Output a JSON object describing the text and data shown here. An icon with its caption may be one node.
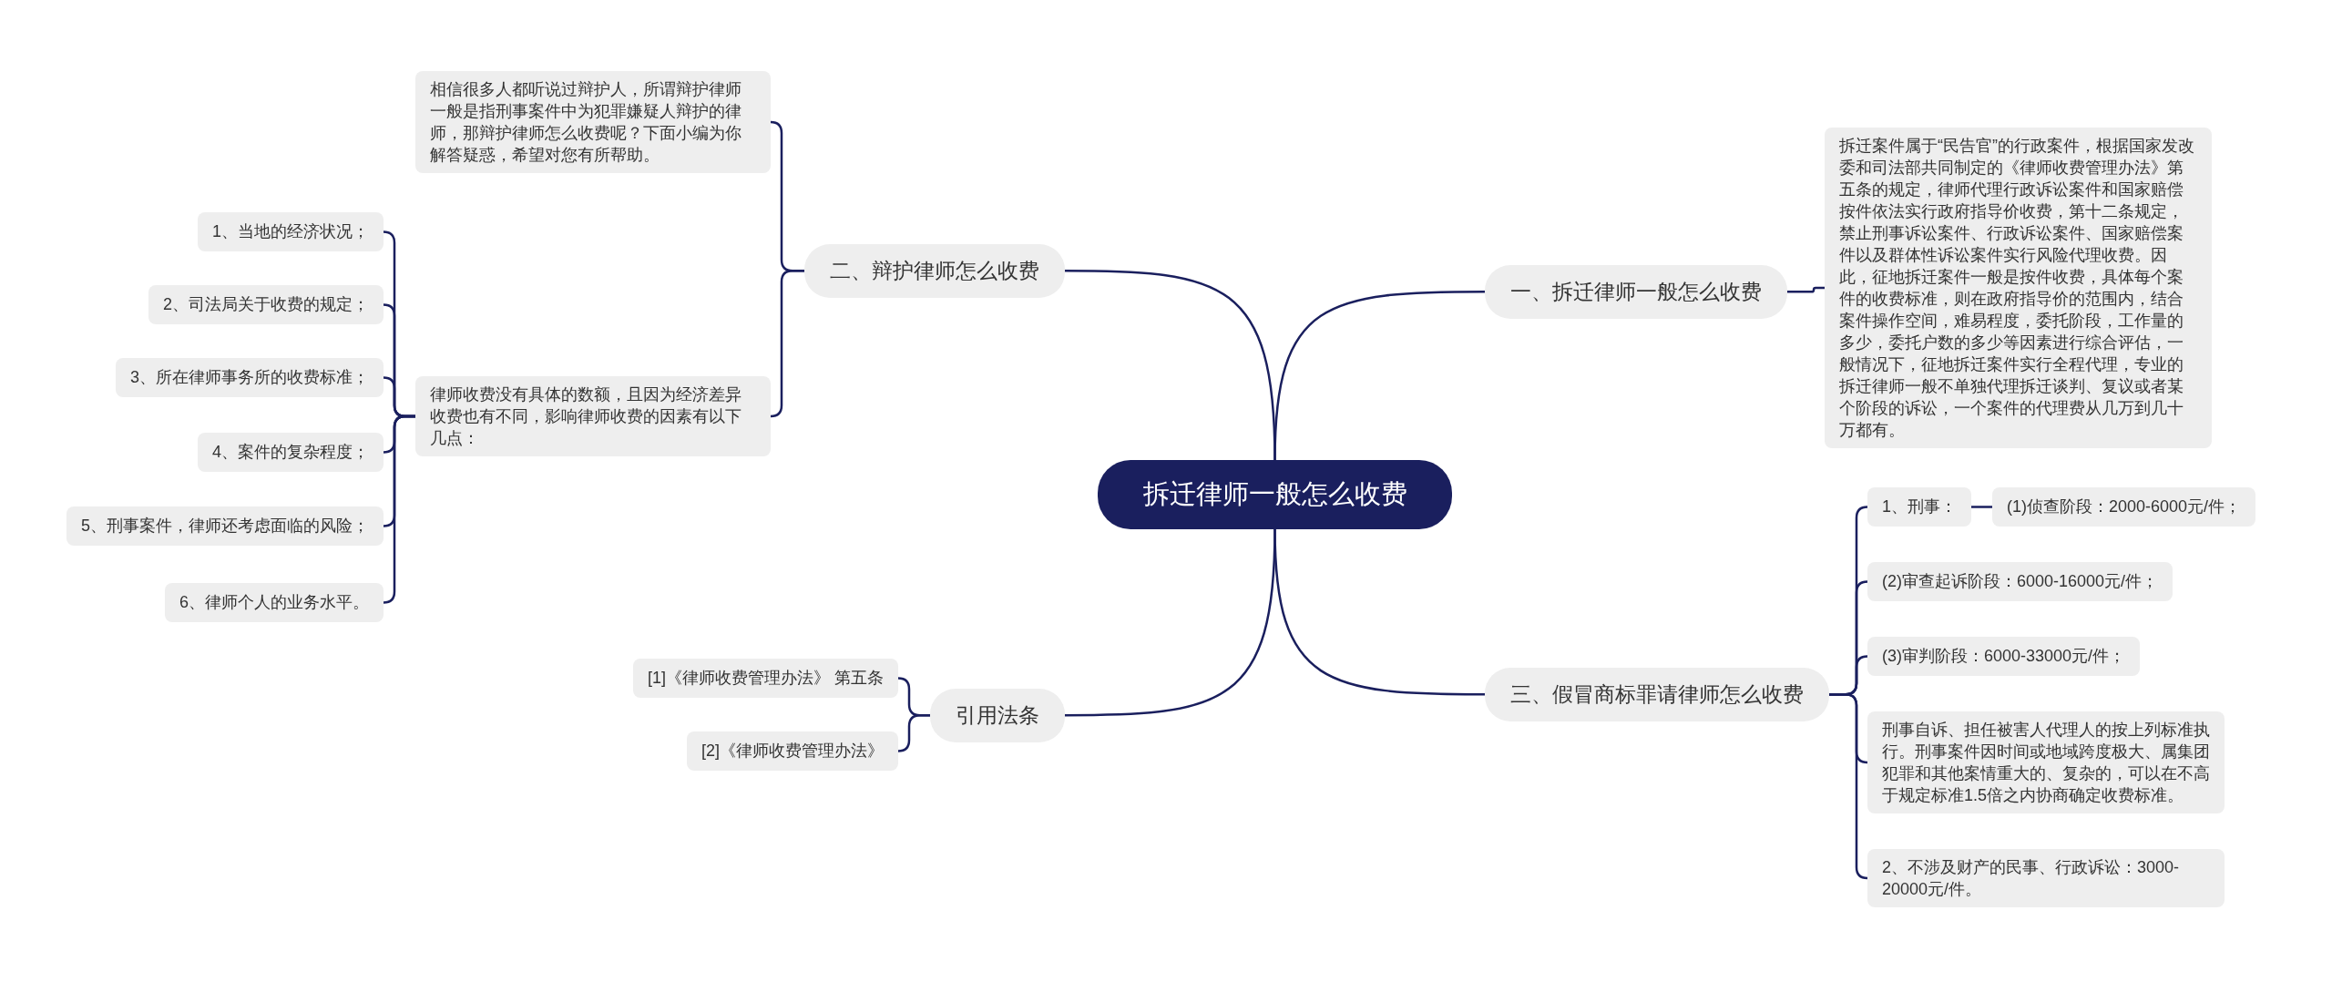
{
  "diagram": {
    "nodes": [
      {
        "text": [
          "拆迁律师一般怎么收费"
        ]
      },
      {
        "text": [
          "一、拆迁律师一般怎么收费"
        ]
      },
      {
        "text": [
          "拆迁案件属于“民告官”的行政案件，根据国家发改委和司法部共同制定的《律师收费管理办法》第五条的规定，律师代理行政诉讼案件和国家赔偿按件依法实行政府指导价收费，第十二条规定，禁止刑事诉讼案件、行政诉讼案件、国家赔偿案件以及群体性诉讼案件实行风险代理收费。因此，征地拆迁案件一般是按件收费，具体每个案件的收费标准，则在政府指导价的范围内，结合案件操作空间，难易程度，委托阶段，工作量的多少，委托户数的多少等因素进行综合评估，一般情况下，征地拆迁案件实行全程代理，专业的拆迁律师一般不单独代理拆迁谈判、复议或者某个阶段的诉讼，一个案件的代理费从几万到几十万都有。"
        ]
      },
      {
        "text": [
          "二、辩护律师怎么收费"
        ]
      },
      {
        "text": [
          "相信很多人都听说过辩护人，所谓辩护律师一般是指刑事案件中为犯罪嫌疑人辩护的律师，那辩护律师怎么收费呢？下面小编为你解答疑惑，希望对您有所帮助。"
        ]
      },
      {
        "text": [
          "律师收费没有具体的数额，且因为经济差异收费也有不同，影响律师收费的因素有以下几点："
        ]
      },
      {
        "text": [
          "1、当地的经济状况；"
        ]
      },
      {
        "text": [
          "2、司法局关于收费的规定；"
        ]
      },
      {
        "text": [
          "3、所在律师事务所的收费标准；"
        ]
      },
      {
        "text": [
          "4、案件的复杂程度；"
        ]
      },
      {
        "text": [
          "5、刑事案件，律师还考虑面临的风险；"
        ]
      },
      {
        "text": [
          "6、律师个人的业务水平。"
        ]
      },
      {
        "text": [
          "引用法条"
        ]
      },
      {
        "text": [
          "[1]《律师收费管理办法》 第五条"
        ]
      },
      {
        "text": [
          "[2]《律师收费管理办法》"
        ]
      },
      {
        "text": [
          "三、假冒商标罪请律师怎么收费"
        ]
      },
      {
        "text": [
          "1、刑事："
        ]
      },
      {
        "text": [
          "(1)侦查阶段：2000-6000元/件；"
        ]
      },
      {
        "text": [
          "(2)审查起诉阶段：6000-16000元/件；"
        ]
      },
      {
        "text": [
          "(3)审判阶段：6000-33000元/件；"
        ]
      },
      {
        "text": [
          "刑事自诉、担任被害人代理人的按上列标准执行。刑事案件因时间或地域跨度极大、属集团犯罪和其他案情重大的、复杂的，可以在不高于规定标准1.5倍之内协商确定收费标准。"
        ]
      },
      {
        "text": [
          "2、不涉及财产的民事、行政诉讼：3000-20000元/件。"
        ]
      }
    ],
    "edges": [
      {
        "from": 0,
        "to": 1,
        "arrow": "none"
      },
      {
        "from": 1,
        "to": 2,
        "arrow": "none"
      },
      {
        "from": 0,
        "to": 3,
        "arrow": "none"
      },
      {
        "from": 3,
        "to": 4,
        "arrow": "none"
      },
      {
        "from": 3,
        "to": 5,
        "arrow": "none"
      },
      {
        "from": 5,
        "to": 6,
        "arrow": "none"
      },
      {
        "from": 5,
        "to": 7,
        "arrow": "none"
      },
      {
        "from": 5,
        "to": 8,
        "arrow": "none"
      },
      {
        "from": 5,
        "to": 9,
        "arrow": "none"
      },
      {
        "from": 5,
        "to": 10,
        "arrow": "none"
      },
      {
        "from": 5,
        "to": 11,
        "arrow": "none"
      },
      {
        "from": 0,
        "to": 12,
        "arrow": "none"
      },
      {
        "from": 12,
        "to": 13,
        "arrow": "none"
      },
      {
        "from": 12,
        "to": 14,
        "arrow": "none"
      },
      {
        "from": 0,
        "to": 15,
        "arrow": "none"
      },
      {
        "from": 15,
        "to": 16,
        "arrow": "none"
      },
      {
        "from": 16,
        "to": 17,
        "arrow": "none"
      },
      {
        "from": 15,
        "to": 18,
        "arrow": "none"
      },
      {
        "from": 15,
        "to": 19,
        "arrow": "none"
      },
      {
        "from": 15,
        "to": 20,
        "arrow": "none"
      },
      {
        "from": 15,
        "to": 21,
        "arrow": "none"
      }
    ]
  }
}
